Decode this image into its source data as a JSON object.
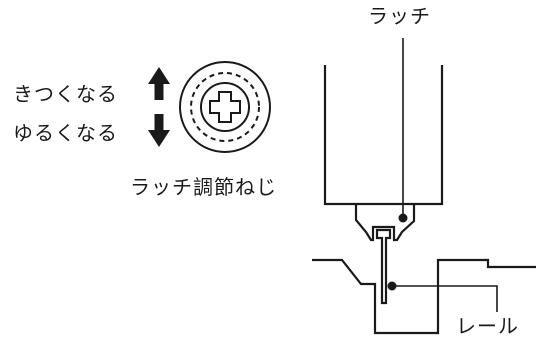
{
  "labels": {
    "latch": "ラッチ",
    "tighten": "きつくなる",
    "loosen": "ゆるくなる",
    "latch_adjust_screw": "ラッチ調節ねじ",
    "rail": "レール"
  },
  "colors": {
    "line": "#1a1a1a",
    "background": "#ffffff"
  },
  "icons": {
    "up": "arrow-up-icon",
    "down": "arrow-down-icon",
    "screw": "phillips-screw-icon"
  }
}
